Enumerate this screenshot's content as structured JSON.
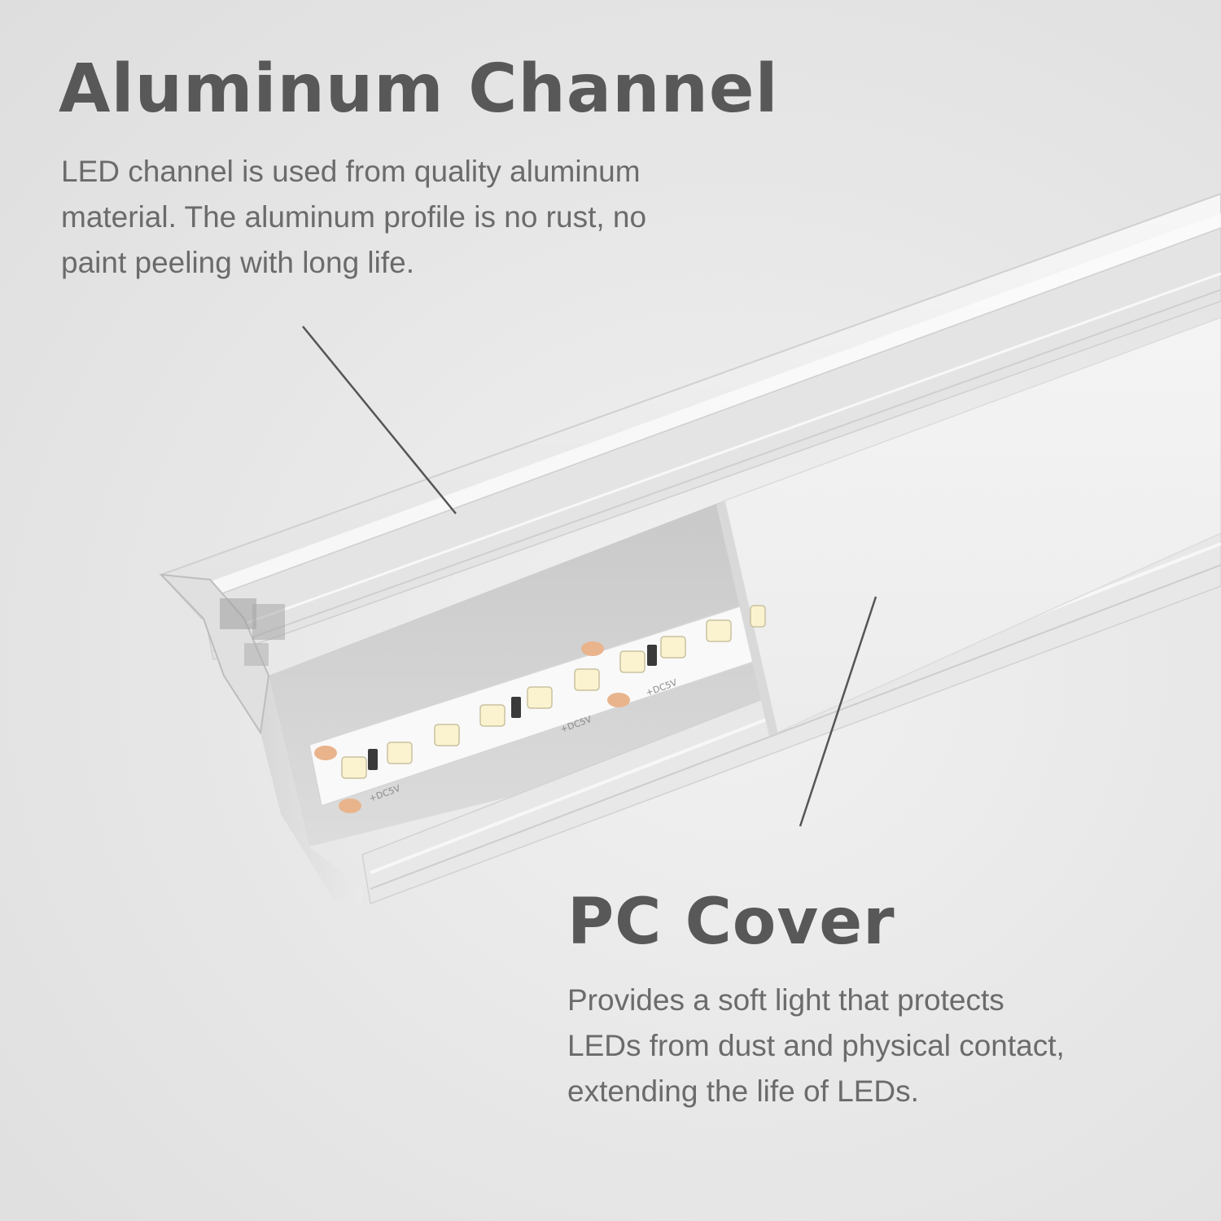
{
  "aluminum_channel": {
    "title": "Aluminum Channel",
    "description_lines": [
      "LED channel is used from quality aluminum",
      "material. The aluminum profile is no rust, no",
      "paint peeling with long life."
    ]
  },
  "pc_cover": {
    "title": "PC Cover",
    "description_lines": [
      "Provides a soft light that protects",
      "LEDs from dust and physical contact,",
      "extending the life of LEDs."
    ]
  },
  "strip_marking": "+DC5V",
  "colors": {
    "background": "#e9e9e9",
    "heading": "#585858",
    "body_text": "#6b6b6b",
    "led_chip": "#fbf3cf",
    "solder_pad": "#e9b48c",
    "callout_line": "#555555"
  }
}
